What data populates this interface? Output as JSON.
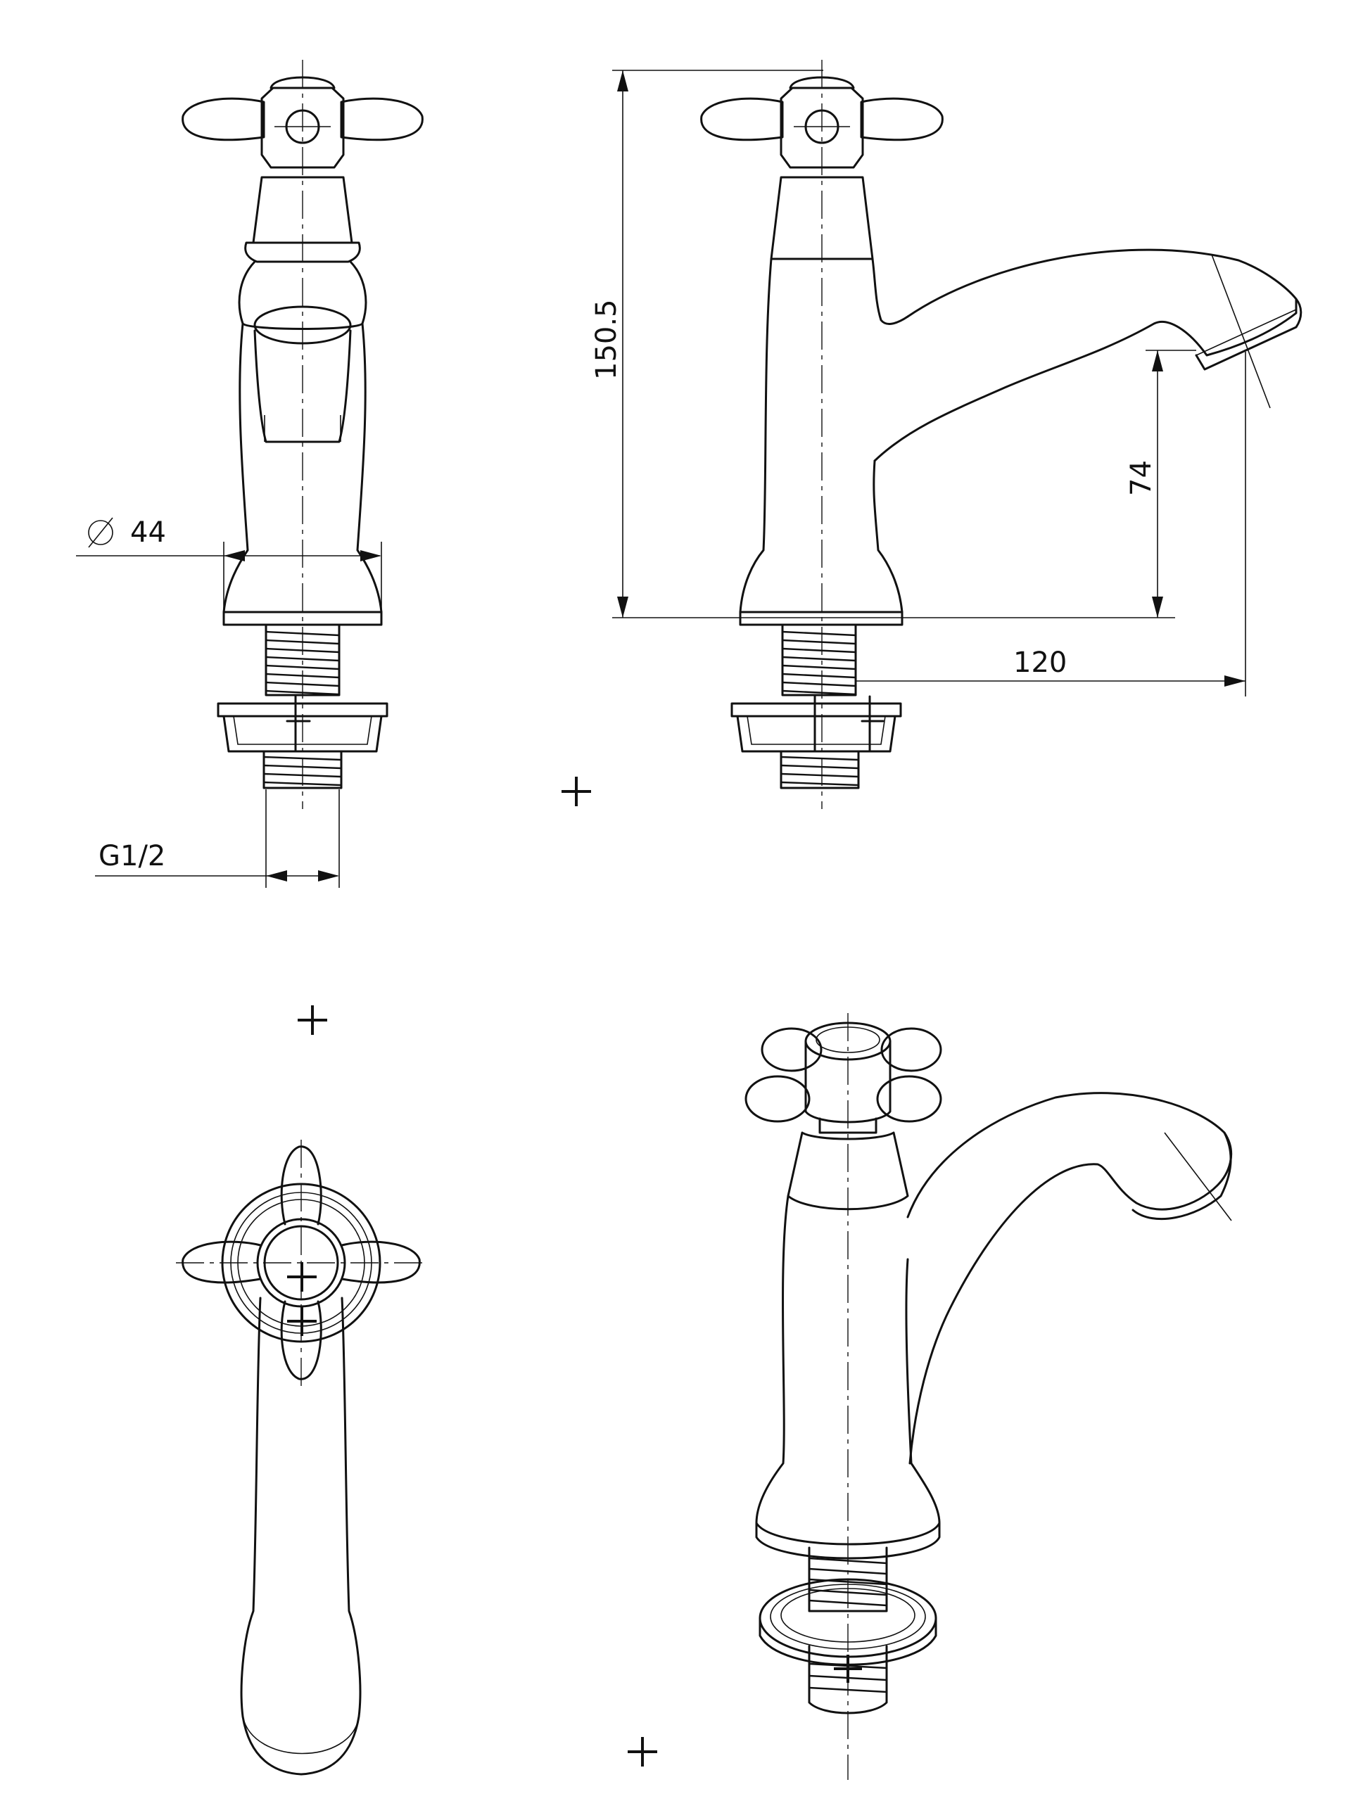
{
  "dimensions": {
    "height_total": "150.5",
    "spout_height": "74",
    "spout_reach": "120",
    "body_diameter": "44",
    "thread_size": "G1/2"
  }
}
